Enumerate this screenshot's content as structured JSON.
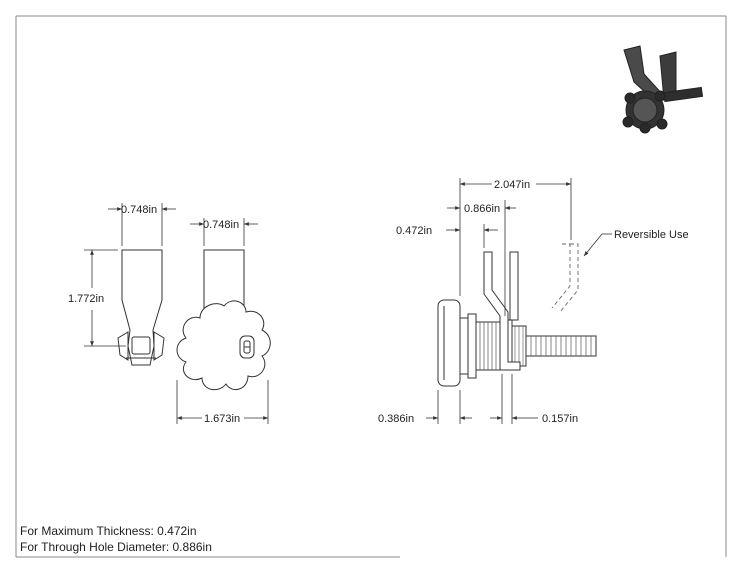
{
  "dimensions": {
    "left_cam_width": "0.748in",
    "left_cam_height": "1.772in",
    "knob_cam_width": "0.748in",
    "knob_diameter": "1.673in",
    "overall_length": "2.047in",
    "mount_to_cam": "0.866in",
    "max_thickness_label": "0.472in",
    "knob_thickness": "0.386in",
    "cam_thickness": "0.157in"
  },
  "callout": {
    "reversible": "Reversible Use"
  },
  "notes": {
    "max_thickness": "For Maximum Thickness: 0.472in",
    "hole_diameter": "For Through Hole Diameter: 0.886in"
  },
  "colors": {
    "line": "#333333",
    "thread": "#555555"
  }
}
